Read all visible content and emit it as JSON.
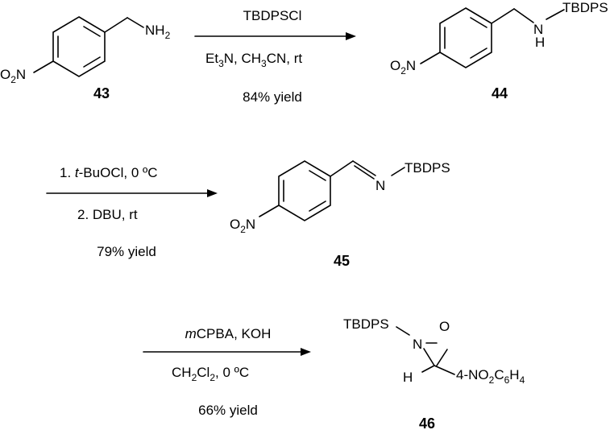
{
  "step1": {
    "reagent": "TBDPSCl",
    "conditions": {
      "a": "Et",
      "a_sub": "3",
      "b": "N, CH",
      "b_sub": "3",
      "c": "CN, rt"
    },
    "yield": "84% yield"
  },
  "step2": {
    "line1_num": "1. ",
    "line1_italic": "t",
    "line1_rest": "-BuOCl, 0 ºC",
    "line2": "2. DBU, rt",
    "yield": "79% yield"
  },
  "step3": {
    "reagent_italic": "m",
    "reagent_rest": "CPBA, KOH",
    "cond_a": "CH",
    "cond_sub": "2",
    "cond_b": "Cl",
    "cond_sub2": "2",
    "cond_c": ", 0 ºC",
    "yield": "66% yield"
  },
  "compounds": {
    "c43": "43",
    "c44": "44",
    "c45": "45",
    "c46": "46"
  },
  "atoms": {
    "nh2_n": "NH",
    "nh2_sub": "2",
    "o2n_o": "O",
    "o2n_sub": "2",
    "o2n_n": "N",
    "nh_n": "N",
    "nh_h": "H",
    "tbdps": "TBDPS",
    "imine_n": "N",
    "ox_n": "N",
    "ox_o": "O",
    "ox_h": "H",
    "aryl_a": "4-NO",
    "aryl_sub1": "2",
    "aryl_b": "C",
    "aryl_sub2": "6",
    "aryl_c": "H",
    "aryl_sub3": "4"
  }
}
